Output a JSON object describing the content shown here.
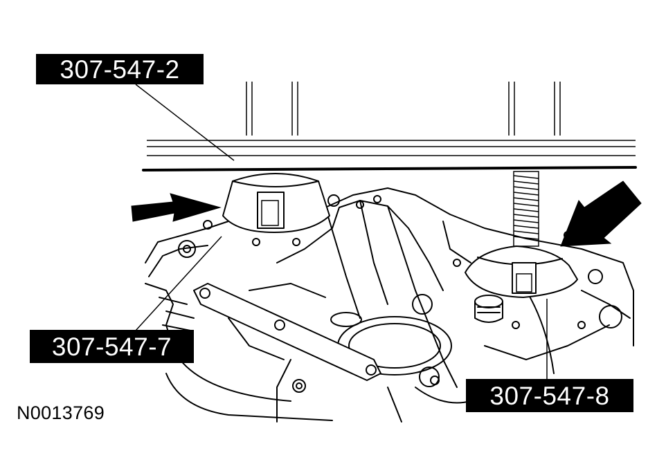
{
  "callouts": {
    "tool_2": "307-547-2",
    "tool_7": "307-547-7",
    "tool_8": "307-547-8"
  },
  "figure_id": "N0013769",
  "icons": {
    "arrow_left": "arrow-right-pointing",
    "arrow_right": "arrow-down-left-pointing"
  },
  "colors": {
    "line": "#000000",
    "background": "#ffffff",
    "label_bg": "#000000",
    "label_text": "#ffffff"
  }
}
